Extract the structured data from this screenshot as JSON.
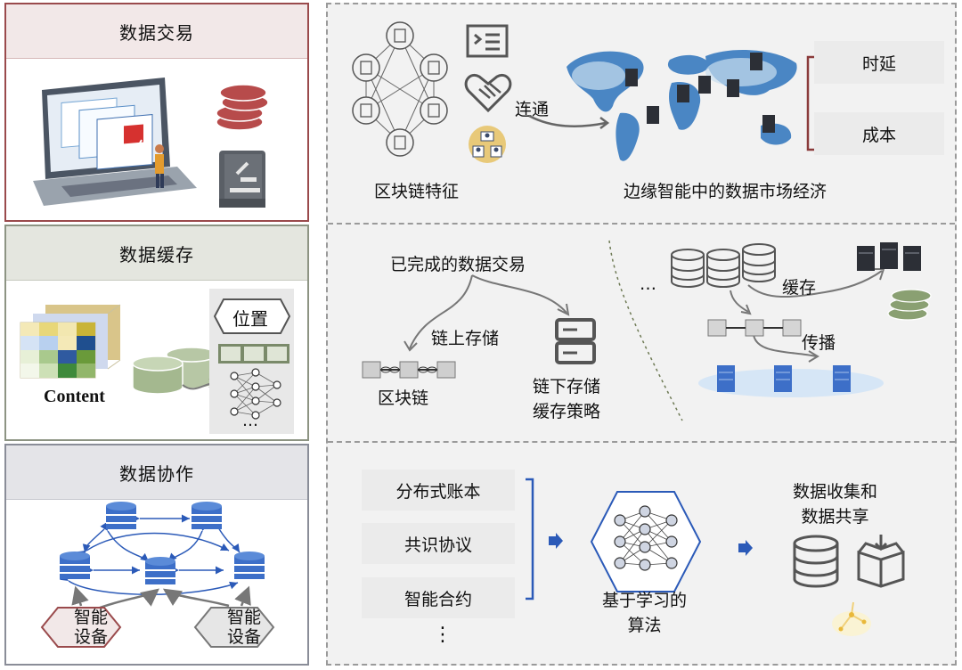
{
  "left": {
    "trade": {
      "title": "数据交易",
      "accent": "#9a4a4c"
    },
    "cache": {
      "title": "数据缓存",
      "content_label": "Content",
      "position_label": "位置",
      "ellipsis": "…"
    },
    "collab": {
      "title": "数据协作",
      "device_a": "智能\n设备",
      "device_b": "智能\n设备"
    }
  },
  "right": {
    "top": {
      "blockchain_label": "区块链特征",
      "connect_label": "连通",
      "market_label": "边缘智能中的数据市场经济",
      "latency_label": "时延",
      "cost_label": "成本"
    },
    "middle": {
      "completed_trade": "已完成的数据交易",
      "onchain_storage": "链上存储",
      "blockchain": "区块链",
      "offchain_storage": "链下存储\n缓存策略",
      "ellipsis": "…",
      "cache_label": "缓存",
      "propagate_label": "传播"
    },
    "bottom": {
      "items": [
        "分布式账本",
        "共识协议",
        "智能合约"
      ],
      "vertical_ellipsis": "⋮",
      "algo_label": "基于学习的\n算法",
      "result_label": "数据收集和\n数据共享"
    }
  },
  "colors": {
    "trade_header_bg": "#f2e8e8",
    "cache_header_bg": "#e4e6df",
    "collab_header_bg": "#e4e4e8",
    "cache_border": "#8d9483",
    "collab_border": "#8a8d98",
    "accent_blue": "#2b5ab8",
    "server_blue": "#3d6fc8",
    "coin_red": "#b74b4b",
    "coin_green": "#8aa072"
  },
  "icons": [
    "laptop-icon",
    "coins-icon",
    "ledger-icon",
    "heatmap-icon",
    "database-icon",
    "neural-net-icon",
    "server-rack-icon",
    "hexagon-icon",
    "handshake-icon",
    "people-icon",
    "world-map-icon",
    "chain-icon",
    "download-box-icon",
    "list-icon"
  ]
}
